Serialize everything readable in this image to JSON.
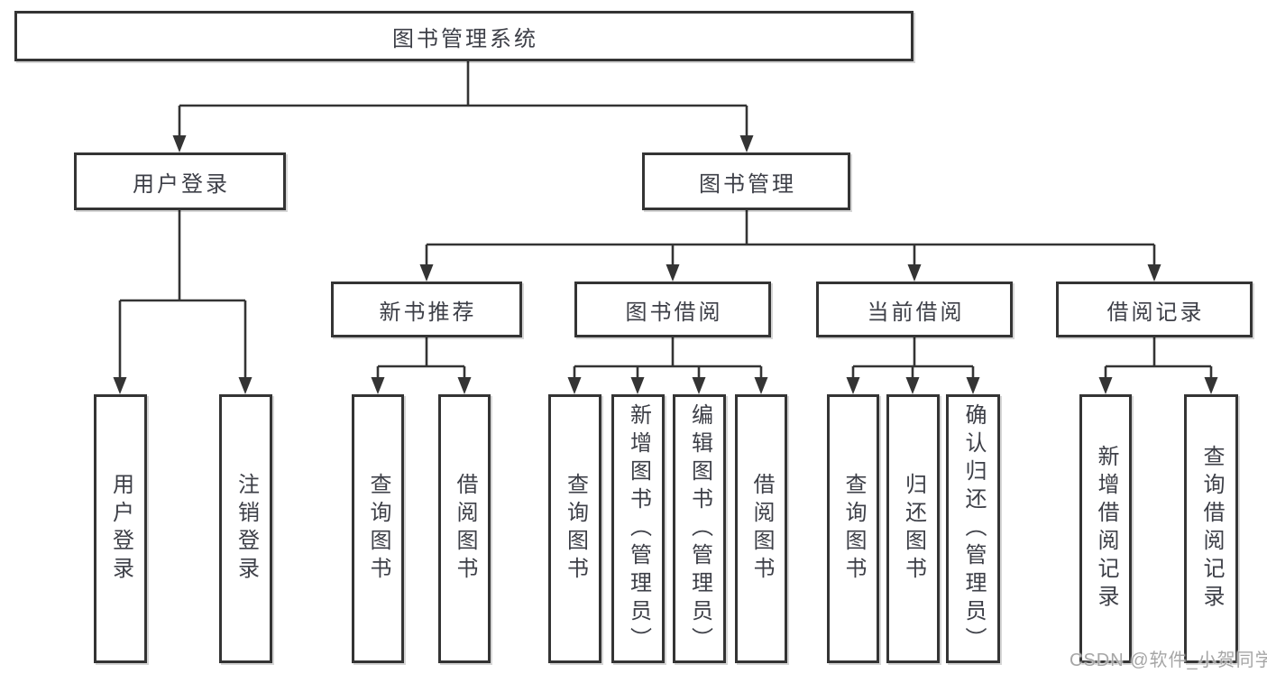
{
  "diagram_title": "图书管理系统",
  "nodes": {
    "root": "图书管理系统",
    "user_login": "用户登录",
    "book_mgmt": "图书管理",
    "new_book_rec": "新书推荐",
    "book_borrow": "图书借阅",
    "current_borrow": "当前借阅",
    "borrow_records": "借阅记录"
  },
  "leaves": {
    "user_login": [
      "用户登录",
      "注销登录"
    ],
    "new_book_rec": [
      "查询图书",
      "借阅图书"
    ],
    "book_borrow": [
      "查询图书",
      "新增图书（管理员）",
      "编辑图书（管理员）",
      "借阅图书"
    ],
    "current_borrow": [
      "查询图书",
      "归还图书",
      "确认归还（管理员）"
    ],
    "borrow_records": [
      "新增借阅记录",
      "查询借阅记录"
    ]
  },
  "watermark": "CSDN @软件_小贺同学",
  "colors": {
    "line": "#343434",
    "box_border": "#343434",
    "text": "#3d3f47",
    "watermark": "#a6a6a6",
    "background": "#ffffff"
  }
}
